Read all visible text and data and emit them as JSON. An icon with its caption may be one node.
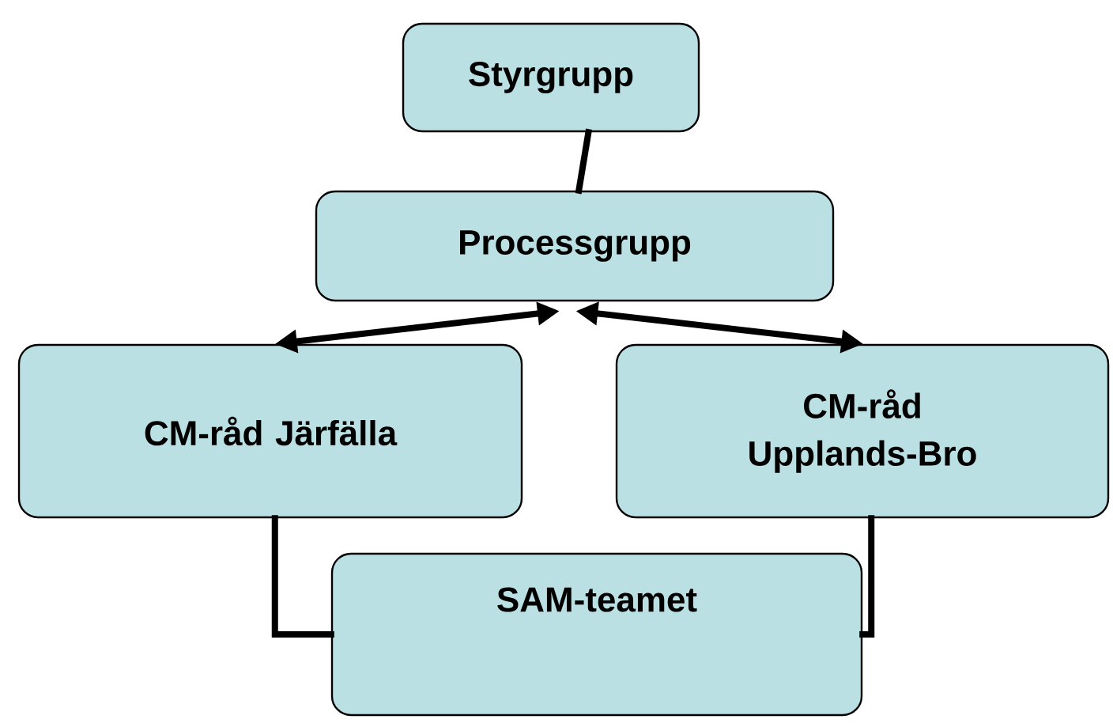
{
  "diagram": {
    "nodes": [
      {
        "text": [
          "Styrgrupp"
        ]
      },
      {
        "text": [
          "Processgrupp"
        ]
      },
      {
        "text": [
          "CM-råd Järfälla"
        ]
      },
      {
        "text": [
          "CM-råd Upplands-Bro"
        ]
      },
      {
        "text": [
          "SAM-teamet"
        ]
      }
    ],
    "edges": [
      {
        "from": 0,
        "to": 1,
        "arrow": "none"
      },
      {
        "from": 1,
        "to": 2,
        "arrow": "both"
      },
      {
        "from": 1,
        "to": 3,
        "arrow": "both"
      },
      {
        "from": 2,
        "to": 4,
        "arrow": "none"
      },
      {
        "from": 3,
        "to": 4,
        "arrow": "none"
      }
    ]
  }
}
